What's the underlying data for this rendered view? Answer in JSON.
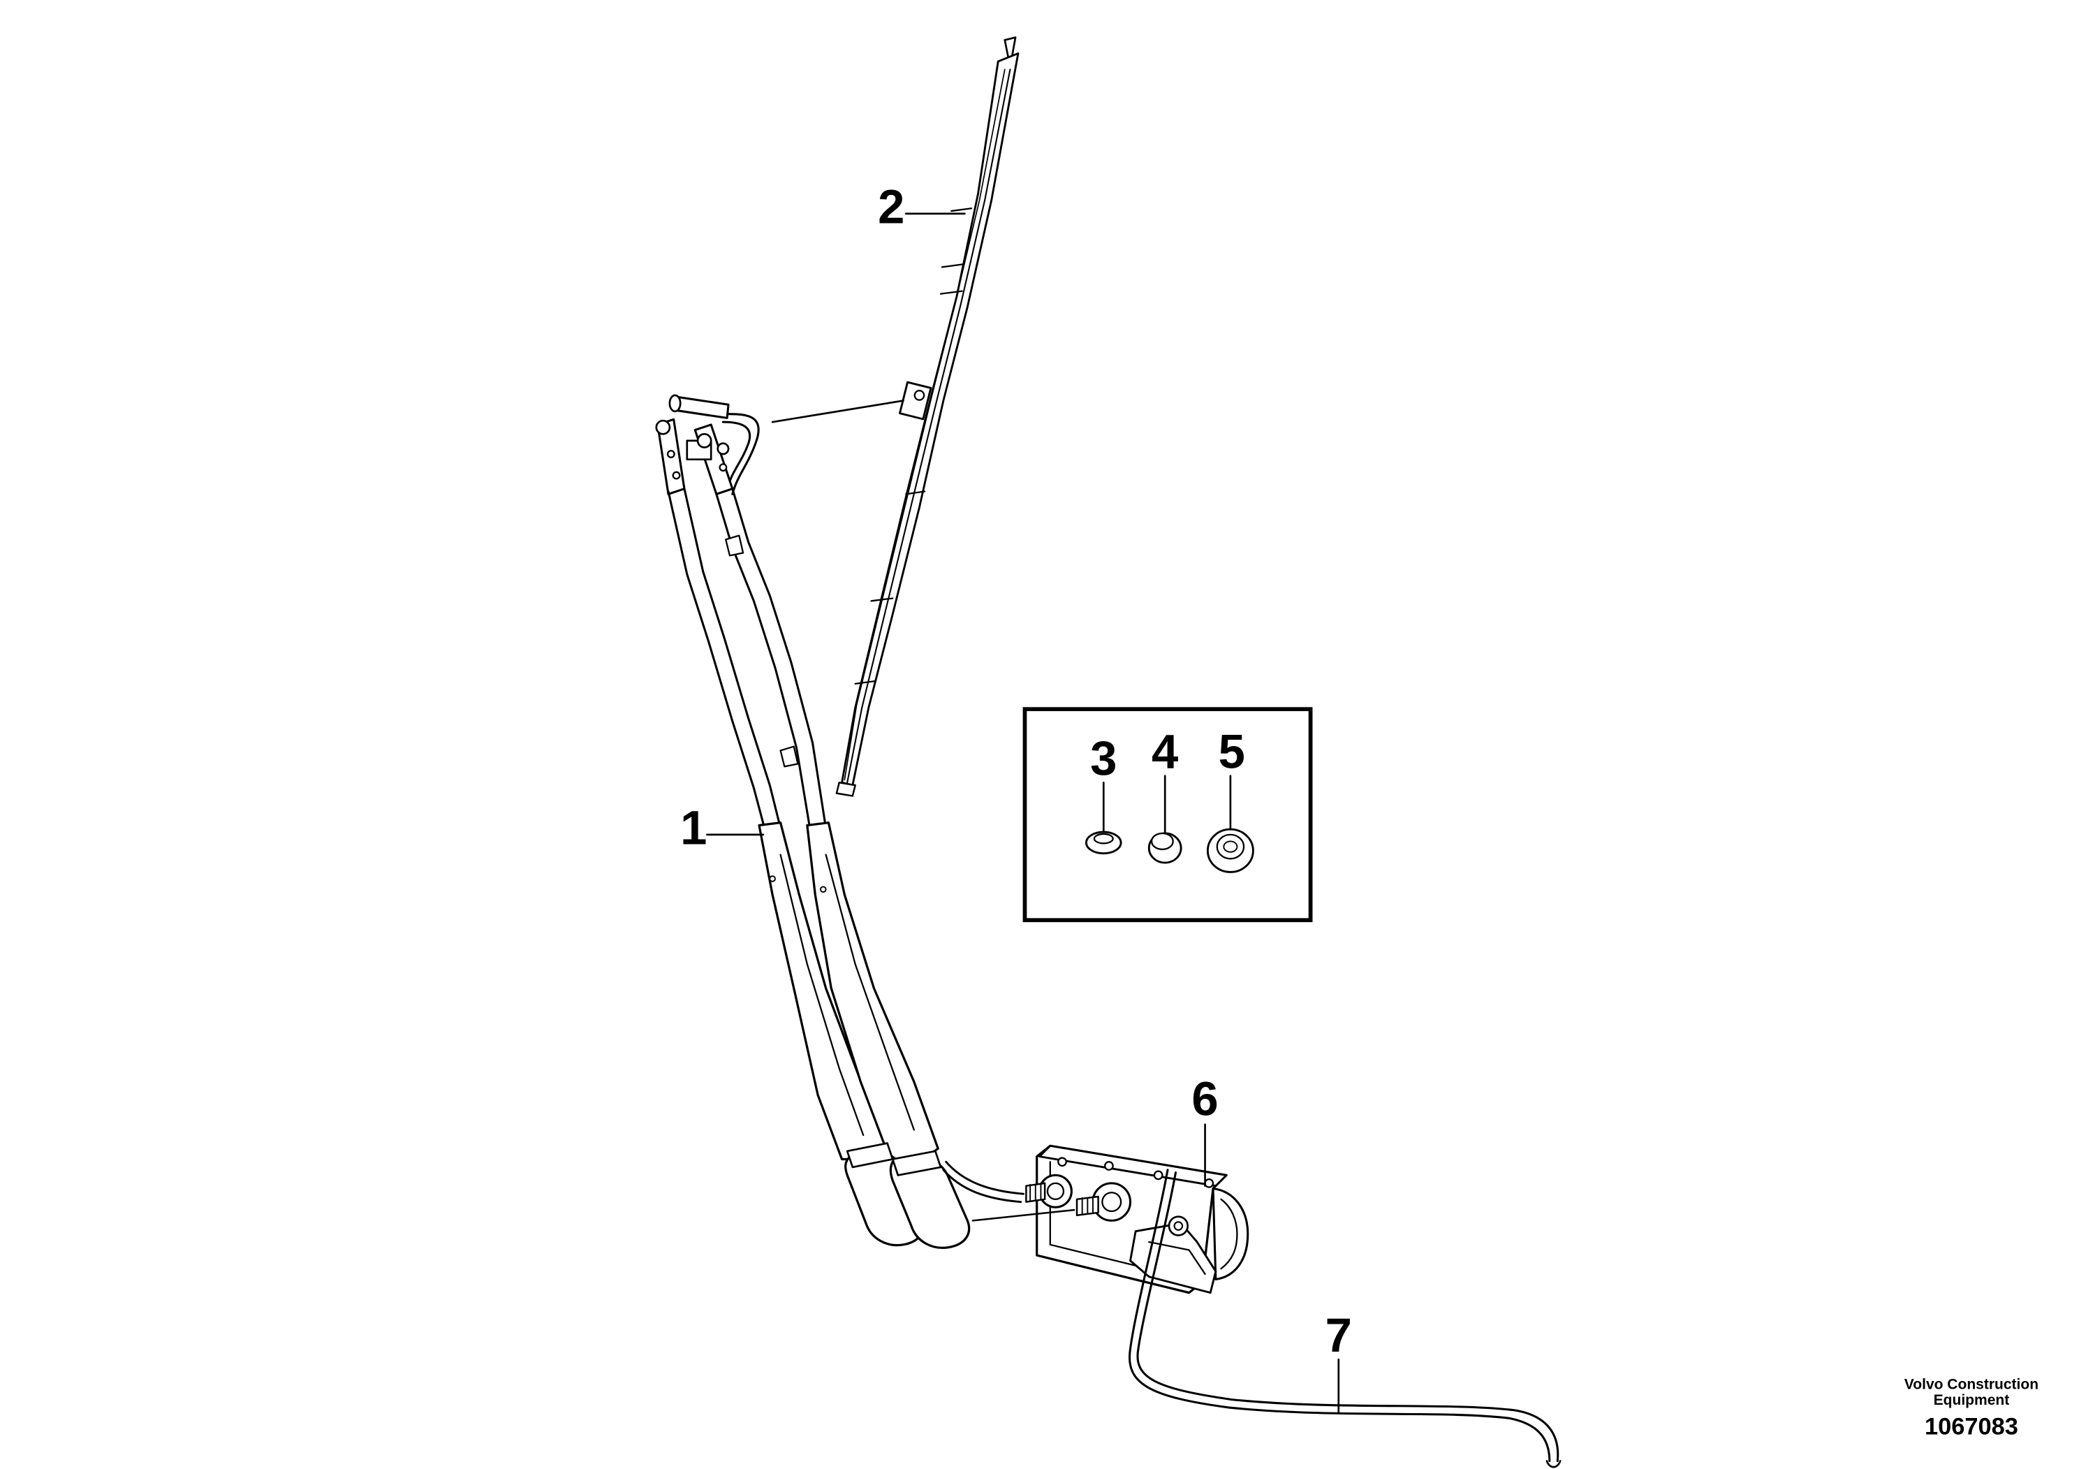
{
  "callouts": {
    "c1": "1",
    "c2": "2",
    "c3": "3",
    "c4": "4",
    "c5": "5",
    "c6": "6",
    "c7": "7"
  },
  "footer": {
    "brand_line1": "Volvo Construction",
    "brand_line2": "Equipment",
    "part_number": "1067083"
  }
}
